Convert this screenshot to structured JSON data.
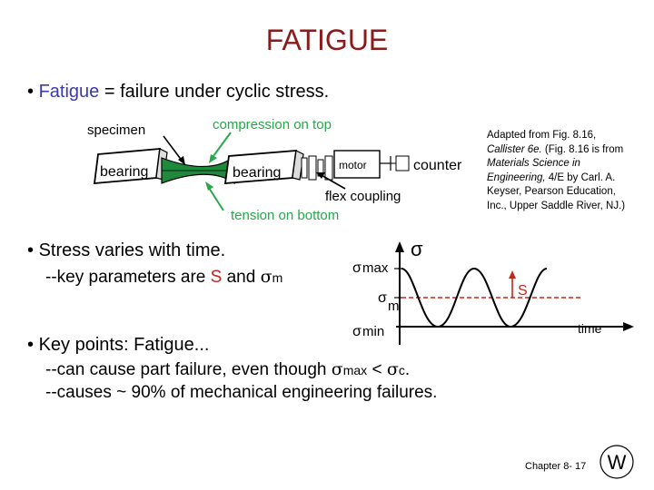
{
  "slide": {
    "title": "FATIGUE",
    "bullet1": {
      "dot": "•",
      "term": "Fatigue",
      "rest": " = failure under cyclic stress."
    },
    "bullet2": {
      "dot": "•",
      "text": "Stress varies with time.",
      "sub_prefix": "--key parameters are ",
      "sub_s": "S",
      "sub_and": " and ",
      "sub_sigma": "σ",
      "sub_sub": "m"
    },
    "bullet3": {
      "dot": "•",
      "text": "Key points:  Fatigue...",
      "line1_prefix": "--can cause part failure, even though ",
      "line1_sigma": "σ",
      "line1_sub": "max",
      "line1_mid": " < ",
      "line1_sigma2": "σ",
      "line1_sub2": "c",
      "line1_end": ".",
      "line2": "--causes ~ 90% of mechanical engineering failures."
    }
  },
  "apparatus": {
    "label_specimen": "specimen",
    "label_compression": "compression on top",
    "label_bearing_left": "bearing",
    "label_bearing_right": "bearing",
    "label_motor": "motor",
    "label_counter": "counter",
    "label_flex": "flex coupling",
    "label_tension": "tension on bottom",
    "label_color_green": "#27a84a",
    "specimen_color": "#1f8a3c"
  },
  "credit": {
    "line_a": "Adapted from Fig. 8.16,",
    "callister": "Callister 6e.",
    "line_b": "  (Fig. 8.16 is from ",
    "book": "Materials Science in Engineering,",
    "line_c": " 4/E by Carl. A. Keyser, Pearson Education, Inc., Upper Saddle River, NJ.)"
  },
  "stress_plot": {
    "axis_sigma": "σ",
    "label_sigma_max": "σ",
    "label_max": "max",
    "label_sigma_m": "σ",
    "label_m": "m",
    "label_sigma_min": "σ",
    "label_min": "min",
    "label_s": "S",
    "label_time": "time",
    "accent_red": "#c0281e"
  },
  "footer": {
    "chapter": "Chapter 8-  17"
  },
  "logo": {
    "letters": "W"
  }
}
